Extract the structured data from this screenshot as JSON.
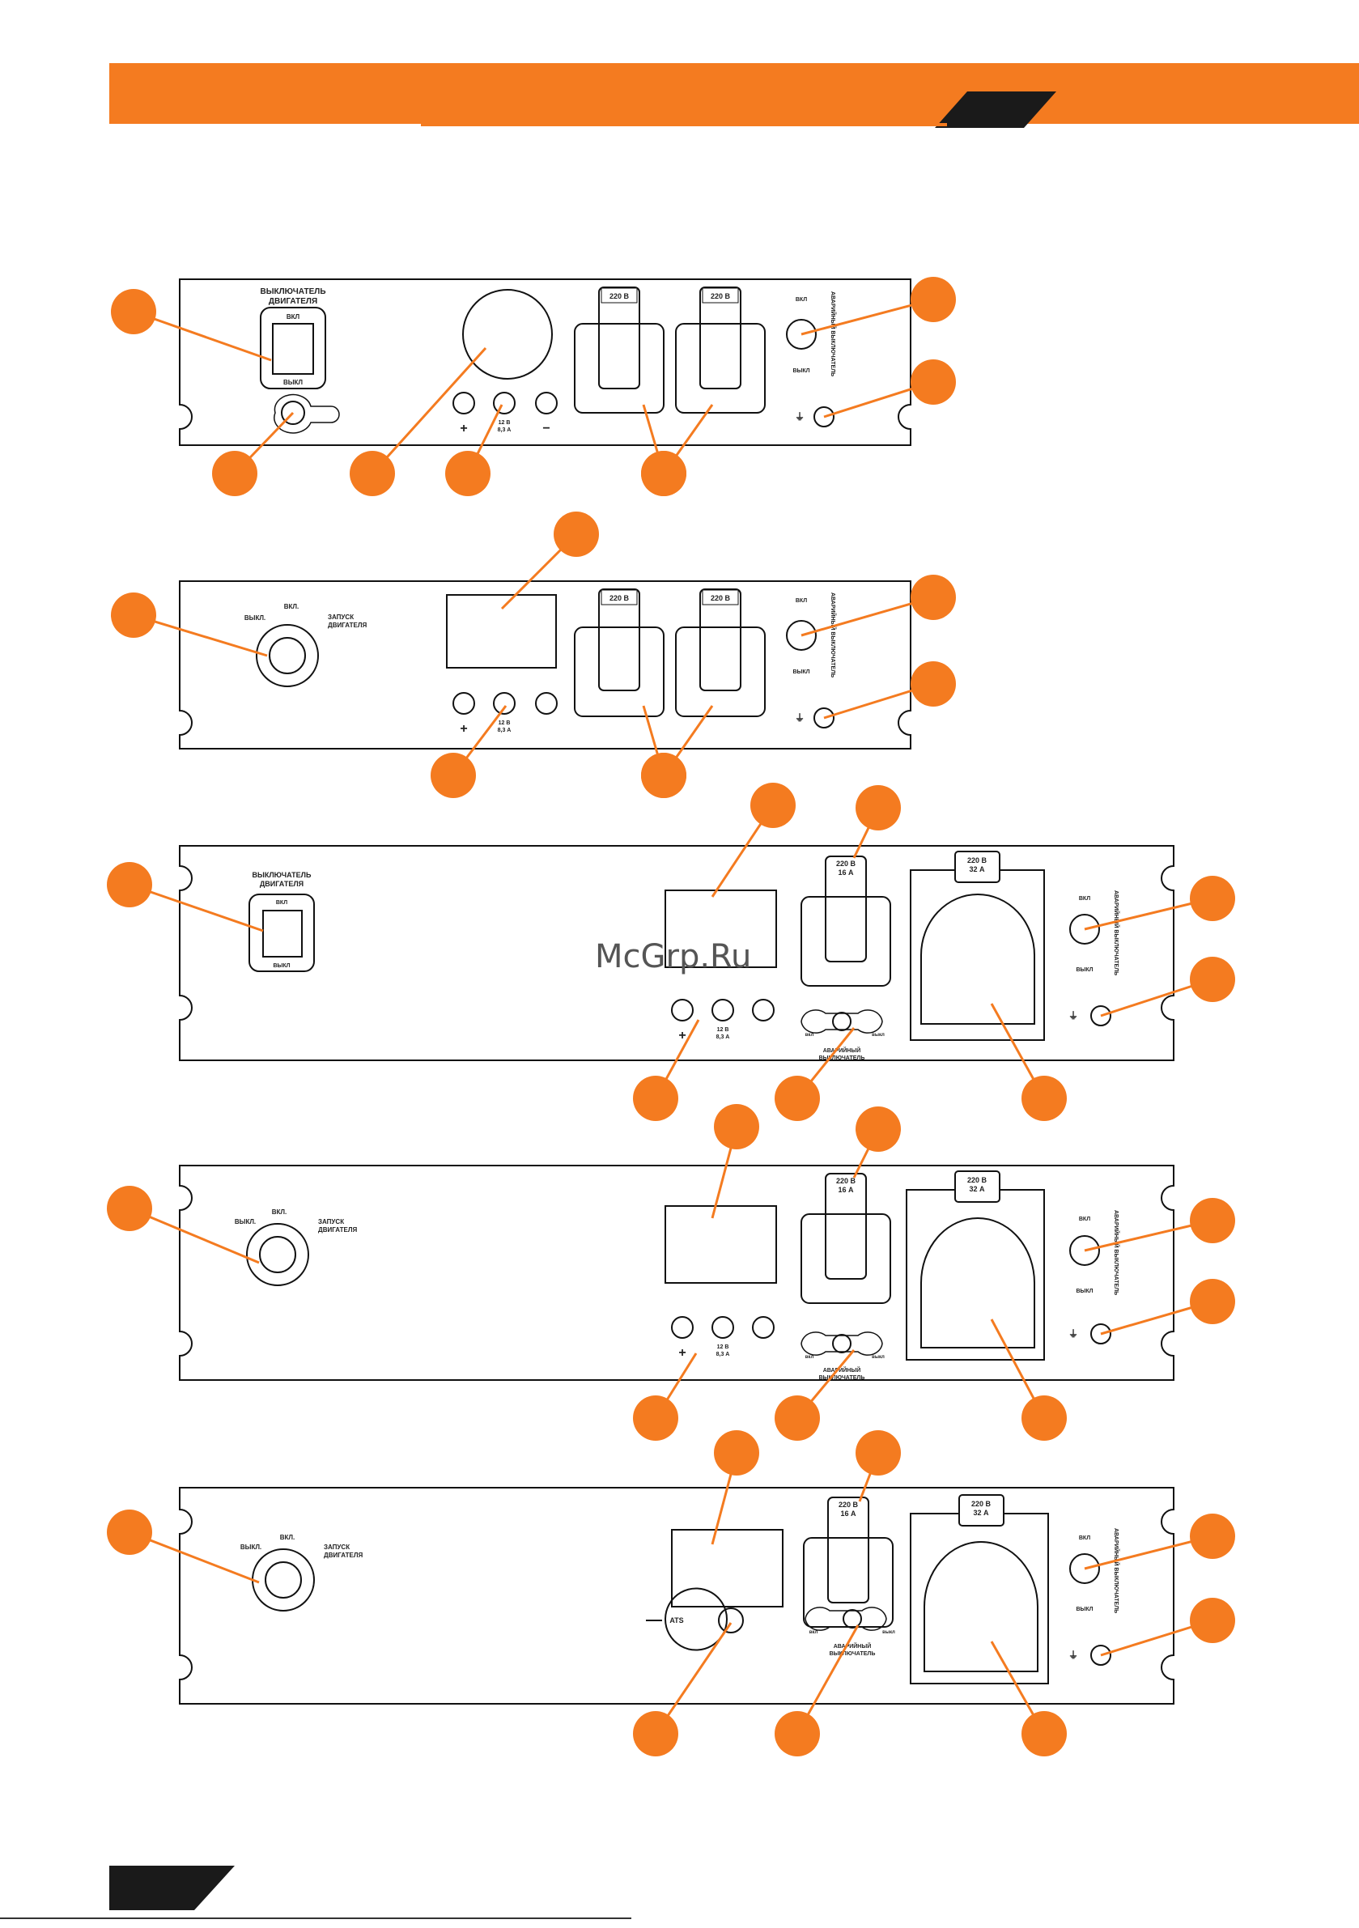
{
  "header": {
    "accent_color": "#f47b20",
    "dark_color": "#1a1a1a"
  },
  "watermark": "McGrp.Ru",
  "labels": {
    "engine_switch": "ВЫКЛЮЧАТЕЛЬ ДВИГАТЕЛЯ",
    "engine_switch_l1": "ВЫКЛЮЧАТЕЛЬ",
    "engine_switch_l2": "ДВИГАТЕЛЯ",
    "on_upper": "ВКЛ",
    "off_upper": "ВЫКЛ",
    "on_dot": "ВКЛ.",
    "off_dot": "ВЫКЛ.",
    "start_l1": "ЗАПУСК",
    "start_l2": "ДВИГАТЕЛЯ",
    "v220": "220 В",
    "a16": "16 А",
    "a32": "32 А",
    "dc_v": "12 В",
    "dc_a": "8,3 А",
    "emergency": "АВАРИЙНЫЙ ВЫКЛЮЧАТЕЛЬ",
    "emergency_l1": "АВАРИЙНЫЙ",
    "emergency_l2": "ВЫКЛЮЧАТЕЛЬ",
    "on_small": "вкл",
    "off_small": "выкл",
    "ats": "ATS",
    "plus": "+",
    "minus": "−"
  },
  "panels": [
    {
      "variant": "1",
      "features": [
        "engine-switch",
        "hour-meter",
        "dc-output",
        "two-sockets-16a",
        "emergency-switch",
        "ground"
      ]
    },
    {
      "variant": "2",
      "features": [
        "key-switch",
        "display",
        "dc-output",
        "two-sockets-16a",
        "emergency-switch",
        "ground"
      ]
    },
    {
      "variant": "3",
      "features": [
        "engine-switch",
        "display",
        "dc-output",
        "breaker",
        "socket-16a",
        "socket-32a",
        "emergency-switch",
        "ground"
      ]
    },
    {
      "variant": "4",
      "features": [
        "key-switch",
        "display",
        "dc-output",
        "breaker",
        "socket-16a",
        "socket-32a",
        "emergency-switch",
        "ground"
      ]
    },
    {
      "variant": "5",
      "features": [
        "key-switch",
        "display",
        "ats-switch",
        "breaker",
        "socket-16a",
        "socket-32a",
        "emergency-switch",
        "ground"
      ]
    }
  ]
}
